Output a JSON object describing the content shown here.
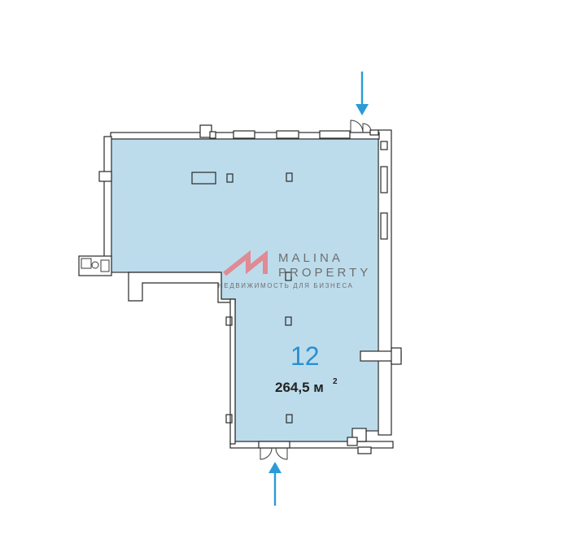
{
  "watermark": {
    "line1": "MALINA",
    "line2": "PROPERTY",
    "tagline": "НЕДВИЖИМОСТЬ ДЛЯ БИЗНЕСА"
  },
  "room": {
    "number": "12",
    "area_value": "264,5 м",
    "area_unit_superscript": "2"
  },
  "colors": {
    "room_fill": "#bcdcec",
    "entrance_arrow": "#2a9bd6",
    "logo_mark": "#e57b86"
  },
  "entrances": [
    {
      "name": "top-right-entrance"
    },
    {
      "name": "bottom-entrance"
    }
  ]
}
